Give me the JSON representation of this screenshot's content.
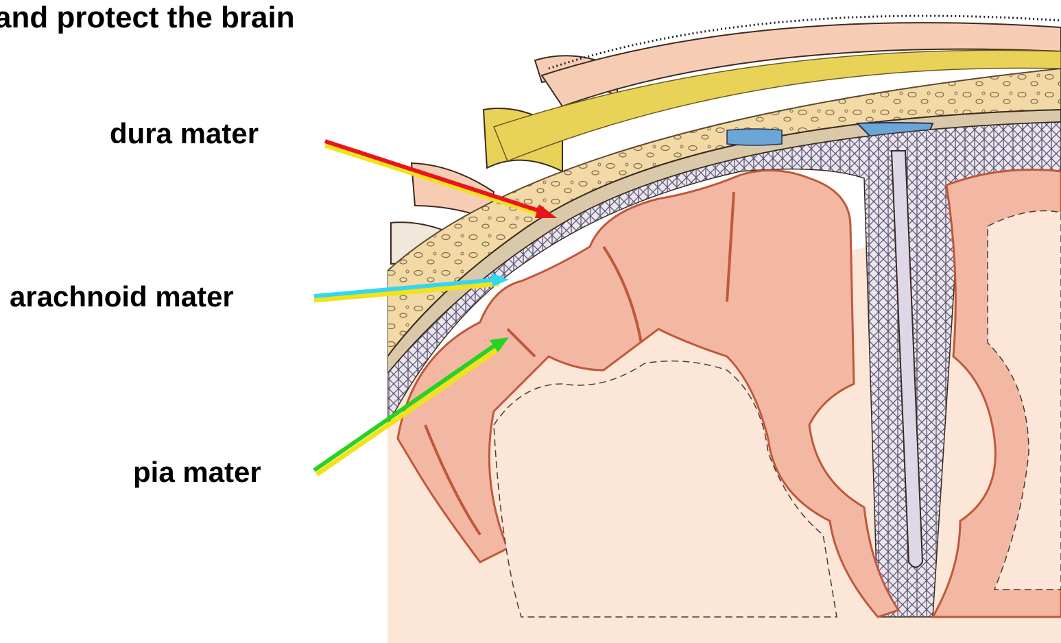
{
  "heading": "and protect the brain",
  "labels": {
    "dura": "dura mater",
    "arachnoid": "arachnoid mater",
    "pia": "pia mater"
  },
  "colors": {
    "dura_arrow": "#e8151b",
    "arachnoid_arrow": "#35d6f0",
    "pia_arrow": "#27d321",
    "arrow_shadow": "#f2e21a",
    "bone": "#f3d9a6",
    "scalp_fat": "#e8d258",
    "skin": "#f6cdb4",
    "grey_matter": "#f2b8a4",
    "white_matter": "#fbe6d8",
    "pia_line": "#c0583a",
    "sinus": "#6aa6d6",
    "arachnoid_web": "#8f8aa0"
  }
}
